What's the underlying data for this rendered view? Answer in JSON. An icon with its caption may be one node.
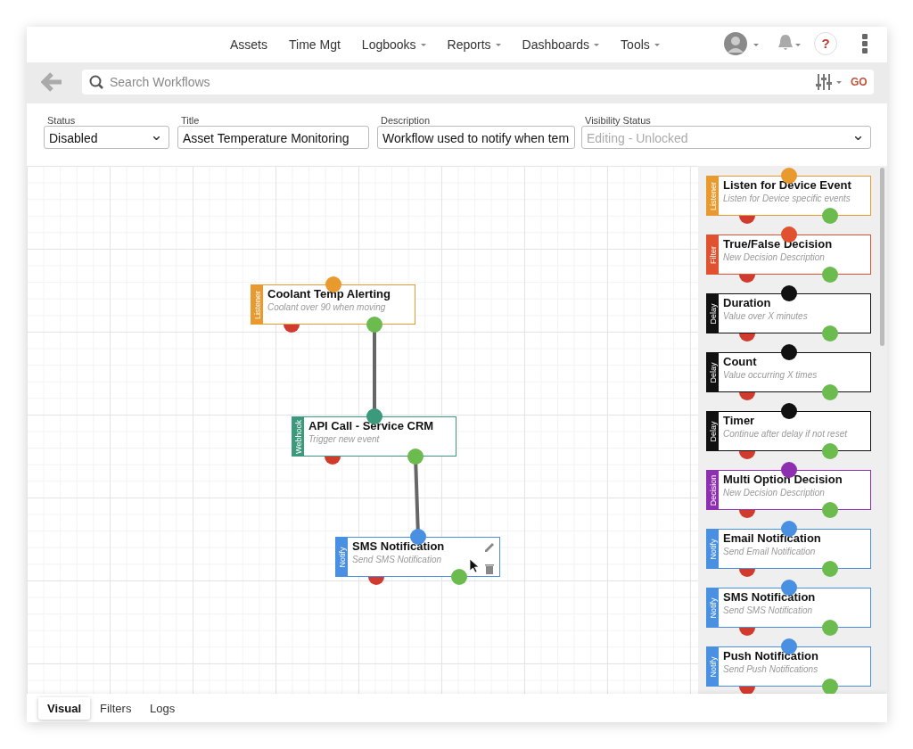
{
  "diagram": {
    "nodes": [
      {
        "text": [
          "Listener",
          "Coolant Temp Alerting",
          "Coolant over 90 when moving"
        ]
      },
      {
        "text": [
          "Webhook",
          "API Call - Service CRM",
          "Trigger new event"
        ]
      },
      {
        "text": [
          "Notify",
          "SMS Notification",
          "Send SMS Notification"
        ]
      },
      {
        "text": [
          "Listener",
          "Listen for Device Event",
          "Listen for Device specific events"
        ]
      },
      {
        "text": [
          "Filter",
          "True/False Decision",
          "New Decision Description"
        ]
      },
      {
        "text": [
          "Delay",
          "Duration",
          "Value over X minutes"
        ]
      },
      {
        "text": [
          "Delay",
          "Count",
          "Value occurring X times"
        ]
      },
      {
        "text": [
          "Delay",
          "Timer",
          "Continue after delay if not reset"
        ]
      },
      {
        "text": [
          "Decision",
          "Multi Option Decision",
          "New Decision Description"
        ]
      },
      {
        "text": [
          "Notify",
          "Email Notification",
          "Send Email Notification"
        ]
      },
      {
        "text": [
          "Notify",
          "SMS Notification",
          "Send SMS Notification"
        ]
      },
      {
        "text": [
          "Notify",
          "Push Notification",
          "Send Push Notifications"
        ]
      }
    ],
    "edges": [
      {
        "from": 0,
        "to": 1,
        "arrow": "none"
      },
      {
        "from": 1,
        "to": 2,
        "arrow": "none"
      }
    ],
    "labels": [
      "Assets",
      "Time Mgt",
      "Logbooks",
      "Reports",
      "Dashboards",
      "Tools",
      "?",
      "Search Workflows",
      "GO",
      "Status",
      "Disabled",
      "Title",
      "Asset Temperature Monitoring",
      "Description",
      "Workflow used to notify when tem",
      "Visibility Status",
      "Editing - Unlocked",
      "Visual",
      "Filters",
      "Logs"
    ]
  }
}
